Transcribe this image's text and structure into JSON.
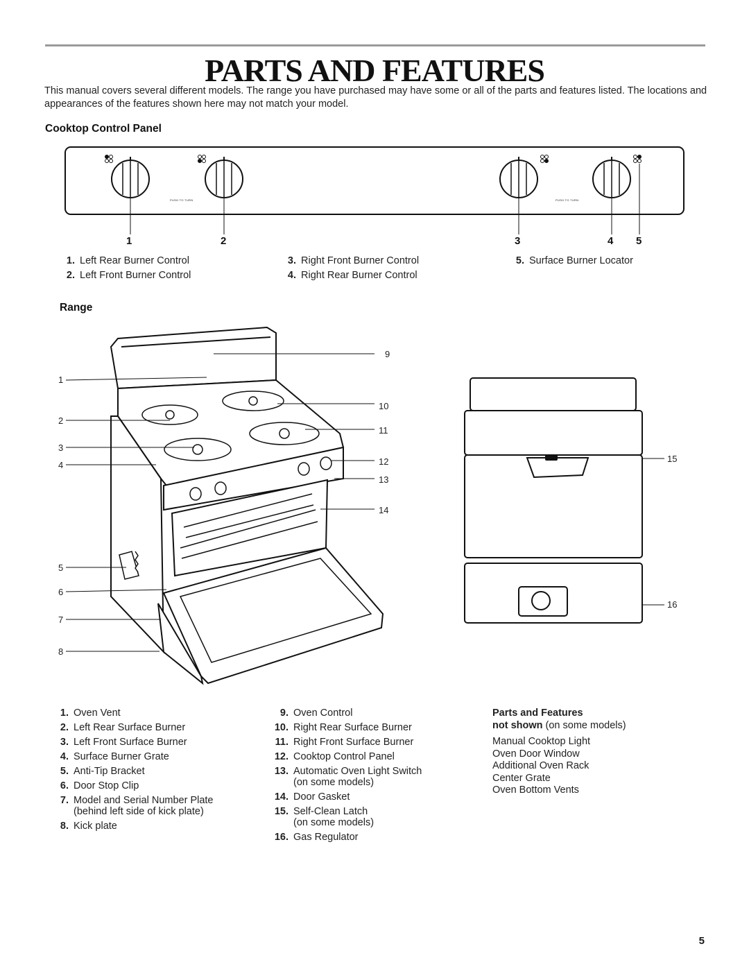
{
  "page": {
    "title": "PARTS AND FEATURES",
    "intro": "This manual covers several different models. The range you have purchased may have some or all of the parts and features listed. The locations and appearances of the features shown here may not match your model.",
    "page_number": "5"
  },
  "cooktop": {
    "heading": "Cooktop Control Panel",
    "push_to_turn": "PUSH TO TURN",
    "callouts": [
      "1",
      "2",
      "3",
      "4",
      "5"
    ],
    "legend": [
      {
        "n": "1.",
        "t": "Left Rear Burner Control"
      },
      {
        "n": "2.",
        "t": "Left Front Burner Control"
      },
      {
        "n": "3.",
        "t": "Right Front Burner Control"
      },
      {
        "n": "4.",
        "t": "Right Rear Burner Control"
      },
      {
        "n": "5.",
        "t": "Surface Burner Locator"
      }
    ]
  },
  "range": {
    "heading": "Range",
    "callouts": [
      "1",
      "2",
      "3",
      "4",
      "5",
      "6",
      "7",
      "8",
      "9",
      "10",
      "11",
      "12",
      "13",
      "14",
      "15",
      "16"
    ],
    "legend_col1": [
      {
        "n": "1.",
        "t": "Oven Vent"
      },
      {
        "n": "2.",
        "t": "Left Rear Surface Burner"
      },
      {
        "n": "3.",
        "t": "Left Front Surface Burner"
      },
      {
        "n": "4.",
        "t": "Surface Burner Grate"
      },
      {
        "n": "5.",
        "t": "Anti-Tip Bracket"
      },
      {
        "n": "6.",
        "t": "Door Stop Clip"
      },
      {
        "n": "7.",
        "t": "Model and Serial Number Plate\n(behind left side of kick plate)"
      },
      {
        "n": "8.",
        "t": "Kick plate"
      }
    ],
    "legend_col2": [
      {
        "n": "9.",
        "t": "Oven Control"
      },
      {
        "n": "10.",
        "t": "Right Rear Surface Burner"
      },
      {
        "n": "11.",
        "t": "Right Front Surface Burner"
      },
      {
        "n": "12.",
        "t": "Cooktop Control Panel"
      },
      {
        "n": "13.",
        "t": "Automatic Oven Light Switch\n(on some models)"
      },
      {
        "n": "14.",
        "t": "Door Gasket"
      },
      {
        "n": "15.",
        "t": "Self-Clean Latch\n(on some models)"
      },
      {
        "n": "16.",
        "t": "Gas Regulator"
      }
    ],
    "not_shown": {
      "heading": "Parts and Features",
      "subheading_bold": "not shown",
      "subheading_rest": " (on some models)",
      "items": [
        "Manual Cooktop Light",
        "Oven Door Window",
        "Additional Oven Rack",
        "Center Grate",
        "Oven Bottom Vents"
      ]
    }
  }
}
